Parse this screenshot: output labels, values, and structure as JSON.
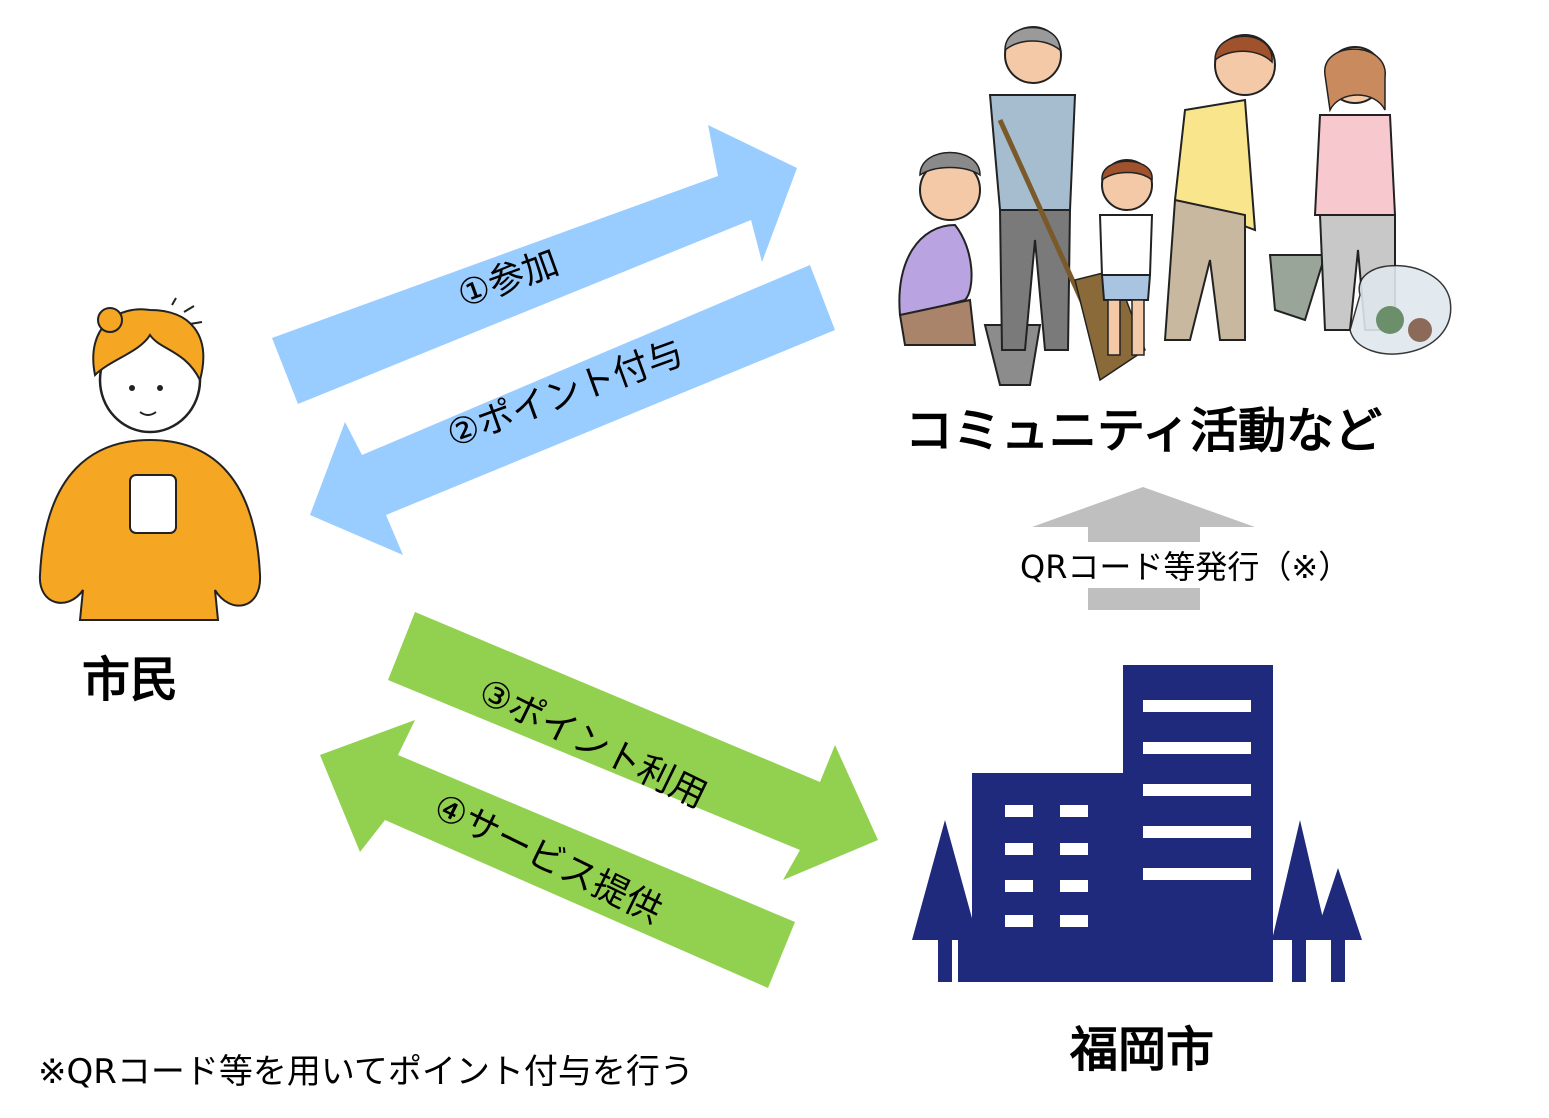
{
  "nodes": {
    "citizen": "市民",
    "community": "コミュニティ活動など",
    "city": "福岡市"
  },
  "arrows": {
    "a1": "①参加",
    "a2": "②ポイント付与",
    "a3": "③ポイント利用",
    "a4": "④サービス提供",
    "qr": "QRコード等発行（※）"
  },
  "note": "※QRコード等を用いてポイント付与を行う",
  "colors": {
    "blue_arrow": "#99CCFF",
    "green_arrow": "#92D050",
    "gray_arrow": "#BFBFBF",
    "building": "#1F2A7C",
    "orange": "#F5A623"
  }
}
